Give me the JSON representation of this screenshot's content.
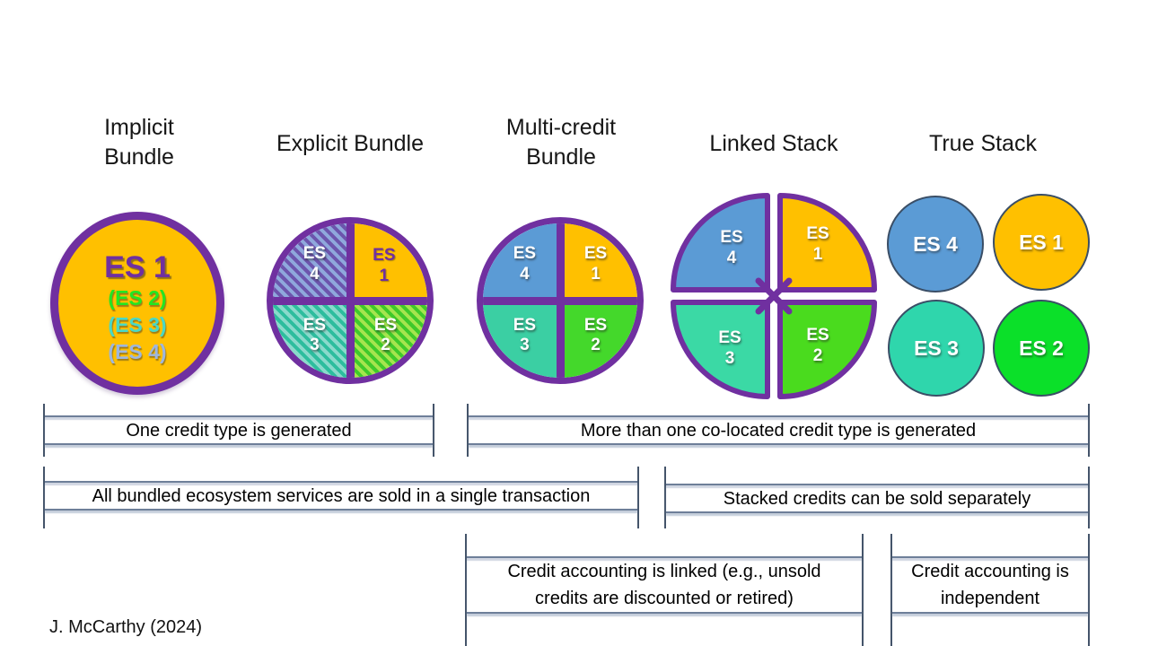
{
  "columns": {
    "implicit": {
      "title": "Implicit\nBundle"
    },
    "explicit": {
      "title": "Explicit Bundle"
    },
    "multi": {
      "title": "Multi-credit\nBundle"
    },
    "linked": {
      "title": "Linked Stack"
    },
    "true_stack": {
      "title": "True Stack"
    }
  },
  "implicit_circle": {
    "primary": "ES 1",
    "secondary": [
      "(ES 2)",
      "(ES 3)",
      "(ES 4)"
    ]
  },
  "quadrant_labels": {
    "es1": "ES\n1",
    "es2": "ES\n2",
    "es3": "ES\n3",
    "es4": "ES\n4"
  },
  "stack_labels": {
    "es1": "ES 1",
    "es2": "ES 2",
    "es3": "ES 3",
    "es4": "ES 4"
  },
  "annotations": {
    "one_credit": "One credit type is generated",
    "multi_credit": "More than one co-located credit type is generated",
    "bundle_sale": "All bundled ecosystem services are sold in a single transaction",
    "stack_sale": "Stacked credits can be sold separately",
    "linked_accounting": "Credit accounting is linked (e.g., unsold\ncredits are discounted or retired)",
    "independent_accounting": "Credit accounting is\nindependent"
  },
  "footer": {
    "citation": "J. McCarthy (2024)"
  },
  "colors": {
    "purple": "#7030A0",
    "orange": "#FFC000",
    "blue": "#5B9BD5",
    "teal": "#3BCFA3",
    "green": "#44D82B",
    "true_stack_teal": "#2FD6AC",
    "true_stack_green": "#0BE029",
    "implicit_es2_text": "#23E523",
    "implicit_es3_text": "#49D8C6",
    "implicit_es4_text": "#9DB6DF",
    "band_line": "#6E7F99",
    "band_end_line": "#44546A"
  }
}
